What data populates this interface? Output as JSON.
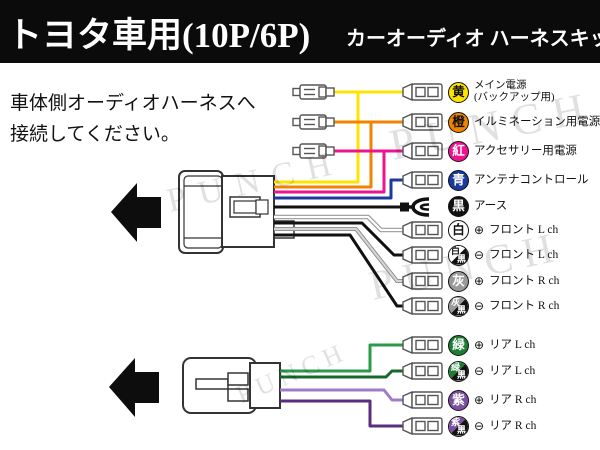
{
  "header": {
    "title": "トヨタ車用(10P/6P)",
    "subtitle": "カーオーディオ ハーネスキット",
    "bg": "#0b0b0b",
    "text_color": "#ffffff"
  },
  "note": {
    "line1": "車体側オーディオハーネスへ",
    "line2": "接続してください。"
  },
  "watermark": {
    "text": "PUNCH"
  },
  "colors": {
    "yellow": "#ffe400",
    "orange": "#f08300",
    "magenta": "#ee1490",
    "blue": "#1a3a9e",
    "black": "#111111",
    "white": "#ffffff",
    "white_outline": "#9a9a9a",
    "gray": "#d6d6d6",
    "gray_outline": "#8a8a8a",
    "green": "#2b9a4a",
    "green_dark": "#156a2a",
    "purple_light": "#a07cc8",
    "purple_dark": "#5a2d7e",
    "connector_line": "#333333"
  },
  "rows": [
    {
      "char": "黄",
      "color": "#ffe400",
      "text_color": "#111111",
      "polarity": "",
      "label": "メイン電源",
      "label2": "(バックアップ用)"
    },
    {
      "char": "橙",
      "color": "#f08300",
      "text_color": "#111111",
      "polarity": "",
      "label": "イルミネーション用電源"
    },
    {
      "char": "紅",
      "color": "#ee1490",
      "text_color": "#ffffff",
      "polarity": "",
      "label": "アクセサリー用電源"
    },
    {
      "char": "青",
      "color": "#1a3a9e",
      "text_color": "#ffffff",
      "polarity": "",
      "label": "アンテナコントロール"
    },
    {
      "char": "黒",
      "color": "#111111",
      "text_color": "#ffffff",
      "polarity": "",
      "label": "アース"
    },
    {
      "char": "白",
      "color": "#ffffff",
      "text_color": "#111111",
      "polarity": "⊕",
      "label": "フロント L ch"
    },
    {
      "char1": "白",
      "c1": "#ffffff",
      "t1": "#111111",
      "char2": "黒",
      "c2": "#111111",
      "t2": "#ffffff",
      "polarity": "⊖",
      "label": "フロント L ch"
    },
    {
      "char": "灰",
      "color": "#999999",
      "text_color": "#ffffff",
      "polarity": "⊕",
      "label": "フロント R ch"
    },
    {
      "char1": "灰",
      "c1": "#999999",
      "t1": "#ffffff",
      "char2": "黒",
      "c2": "#111111",
      "t2": "#ffffff",
      "polarity": "⊖",
      "label": "フロント R ch"
    },
    {
      "char": "緑",
      "color": "#1d7c33",
      "text_color": "#ffffff",
      "polarity": "⊕",
      "label": "リア L ch"
    },
    {
      "char1": "緑",
      "c1": "#1d7c33",
      "t1": "#ffffff",
      "char2": "黒",
      "c2": "#111111",
      "t2": "#ffffff",
      "polarity": "⊖",
      "label": "リア L ch"
    },
    {
      "char": "紫",
      "color": "#7d4fa0",
      "text_color": "#ffffff",
      "polarity": "⊕",
      "label": "リア R ch"
    },
    {
      "char1": "紫",
      "c1": "#7d4fa0",
      "t1": "#ffffff",
      "char2": "黒",
      "c2": "#111111",
      "t2": "#ffffff",
      "polarity": "⊖",
      "label": "リア R ch"
    }
  ]
}
